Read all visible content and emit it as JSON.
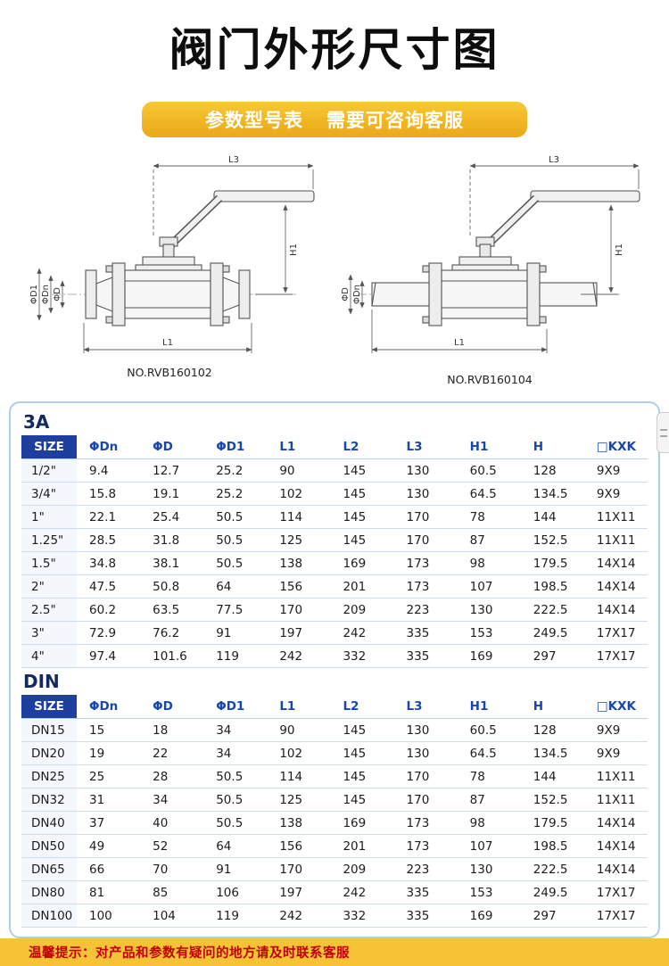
{
  "page": {
    "title": "阀门外形尺寸图",
    "banner": {
      "left": "参数型号表",
      "right": "需要可咨询客服"
    },
    "footer": "温馨提示：对产品和参数有疑问的地方请及时联系客服"
  },
  "diagrams": {
    "left": {
      "caption": "NO.RVB160102",
      "dims": {
        "l3": "L3",
        "h1": "H1",
        "l1": "L1",
        "d1": "ΦD1",
        "dn": "ΦDn",
        "d": "ΦD"
      }
    },
    "right": {
      "caption": "NO.RVB160104",
      "dims": {
        "l3": "L3",
        "h1": "H1",
        "l1": "L1",
        "dn": "ΦDn",
        "d": "ΦD"
      }
    }
  },
  "tables": [
    {
      "group": "3A",
      "headers": [
        "SIZE",
        "ΦDn",
        "ΦD",
        "ΦD1",
        "L1",
        "L2",
        "L3",
        "H1",
        "H",
        "□KXK"
      ],
      "rows": [
        [
          "1/2\"",
          "9.4",
          "12.7",
          "25.2",
          "90",
          "145",
          "130",
          "60.5",
          "128",
          "9X9"
        ],
        [
          "3/4\"",
          "15.8",
          "19.1",
          "25.2",
          "102",
          "145",
          "130",
          "64.5",
          "134.5",
          "9X9"
        ],
        [
          "1\"",
          "22.1",
          "25.4",
          "50.5",
          "114",
          "145",
          "170",
          "78",
          "144",
          "11X11"
        ],
        [
          "1.25\"",
          "28.5",
          "31.8",
          "50.5",
          "125",
          "145",
          "170",
          "87",
          "152.5",
          "11X11"
        ],
        [
          "1.5\"",
          "34.8",
          "38.1",
          "50.5",
          "138",
          "169",
          "173",
          "98",
          "179.5",
          "14X14"
        ],
        [
          "2\"",
          "47.5",
          "50.8",
          "64",
          "156",
          "201",
          "173",
          "107",
          "198.5",
          "14X14"
        ],
        [
          "2.5\"",
          "60.2",
          "63.5",
          "77.5",
          "170",
          "209",
          "223",
          "130",
          "222.5",
          "14X14"
        ],
        [
          "3\"",
          "72.9",
          "76.2",
          "91",
          "197",
          "242",
          "335",
          "153",
          "249.5",
          "17X17"
        ],
        [
          "4\"",
          "97.4",
          "101.6",
          "119",
          "242",
          "332",
          "335",
          "169",
          "297",
          "17X17"
        ]
      ]
    },
    {
      "group": "DIN",
      "headers": [
        "SIZE",
        "ΦDn",
        "ΦD",
        "ΦD1",
        "L1",
        "L2",
        "L3",
        "H1",
        "H",
        "□KXK"
      ],
      "rows": [
        [
          "DN15",
          "15",
          "18",
          "34",
          "90",
          "145",
          "130",
          "60.5",
          "128",
          "9X9"
        ],
        [
          "DN20",
          "19",
          "22",
          "34",
          "102",
          "145",
          "130",
          "64.5",
          "134.5",
          "9X9"
        ],
        [
          "DN25",
          "25",
          "28",
          "50.5",
          "114",
          "145",
          "170",
          "78",
          "144",
          "11X11"
        ],
        [
          "DN32",
          "31",
          "34",
          "50.5",
          "125",
          "145",
          "170",
          "87",
          "152.5",
          "11X11"
        ],
        [
          "DN40",
          "37",
          "40",
          "50.5",
          "138",
          "169",
          "173",
          "98",
          "179.5",
          "14X14"
        ],
        [
          "DN50",
          "49",
          "52",
          "64",
          "156",
          "201",
          "173",
          "107",
          "198.5",
          "14X14"
        ],
        [
          "DN65",
          "66",
          "70",
          "91",
          "170",
          "209",
          "223",
          "130",
          "222.5",
          "14X14"
        ],
        [
          "DN80",
          "81",
          "85",
          "106",
          "197",
          "242",
          "335",
          "153",
          "249.5",
          "17X17"
        ],
        [
          "DN100",
          "100",
          "104",
          "119",
          "242",
          "332",
          "335",
          "169",
          "297",
          "17X17"
        ]
      ]
    }
  ]
}
